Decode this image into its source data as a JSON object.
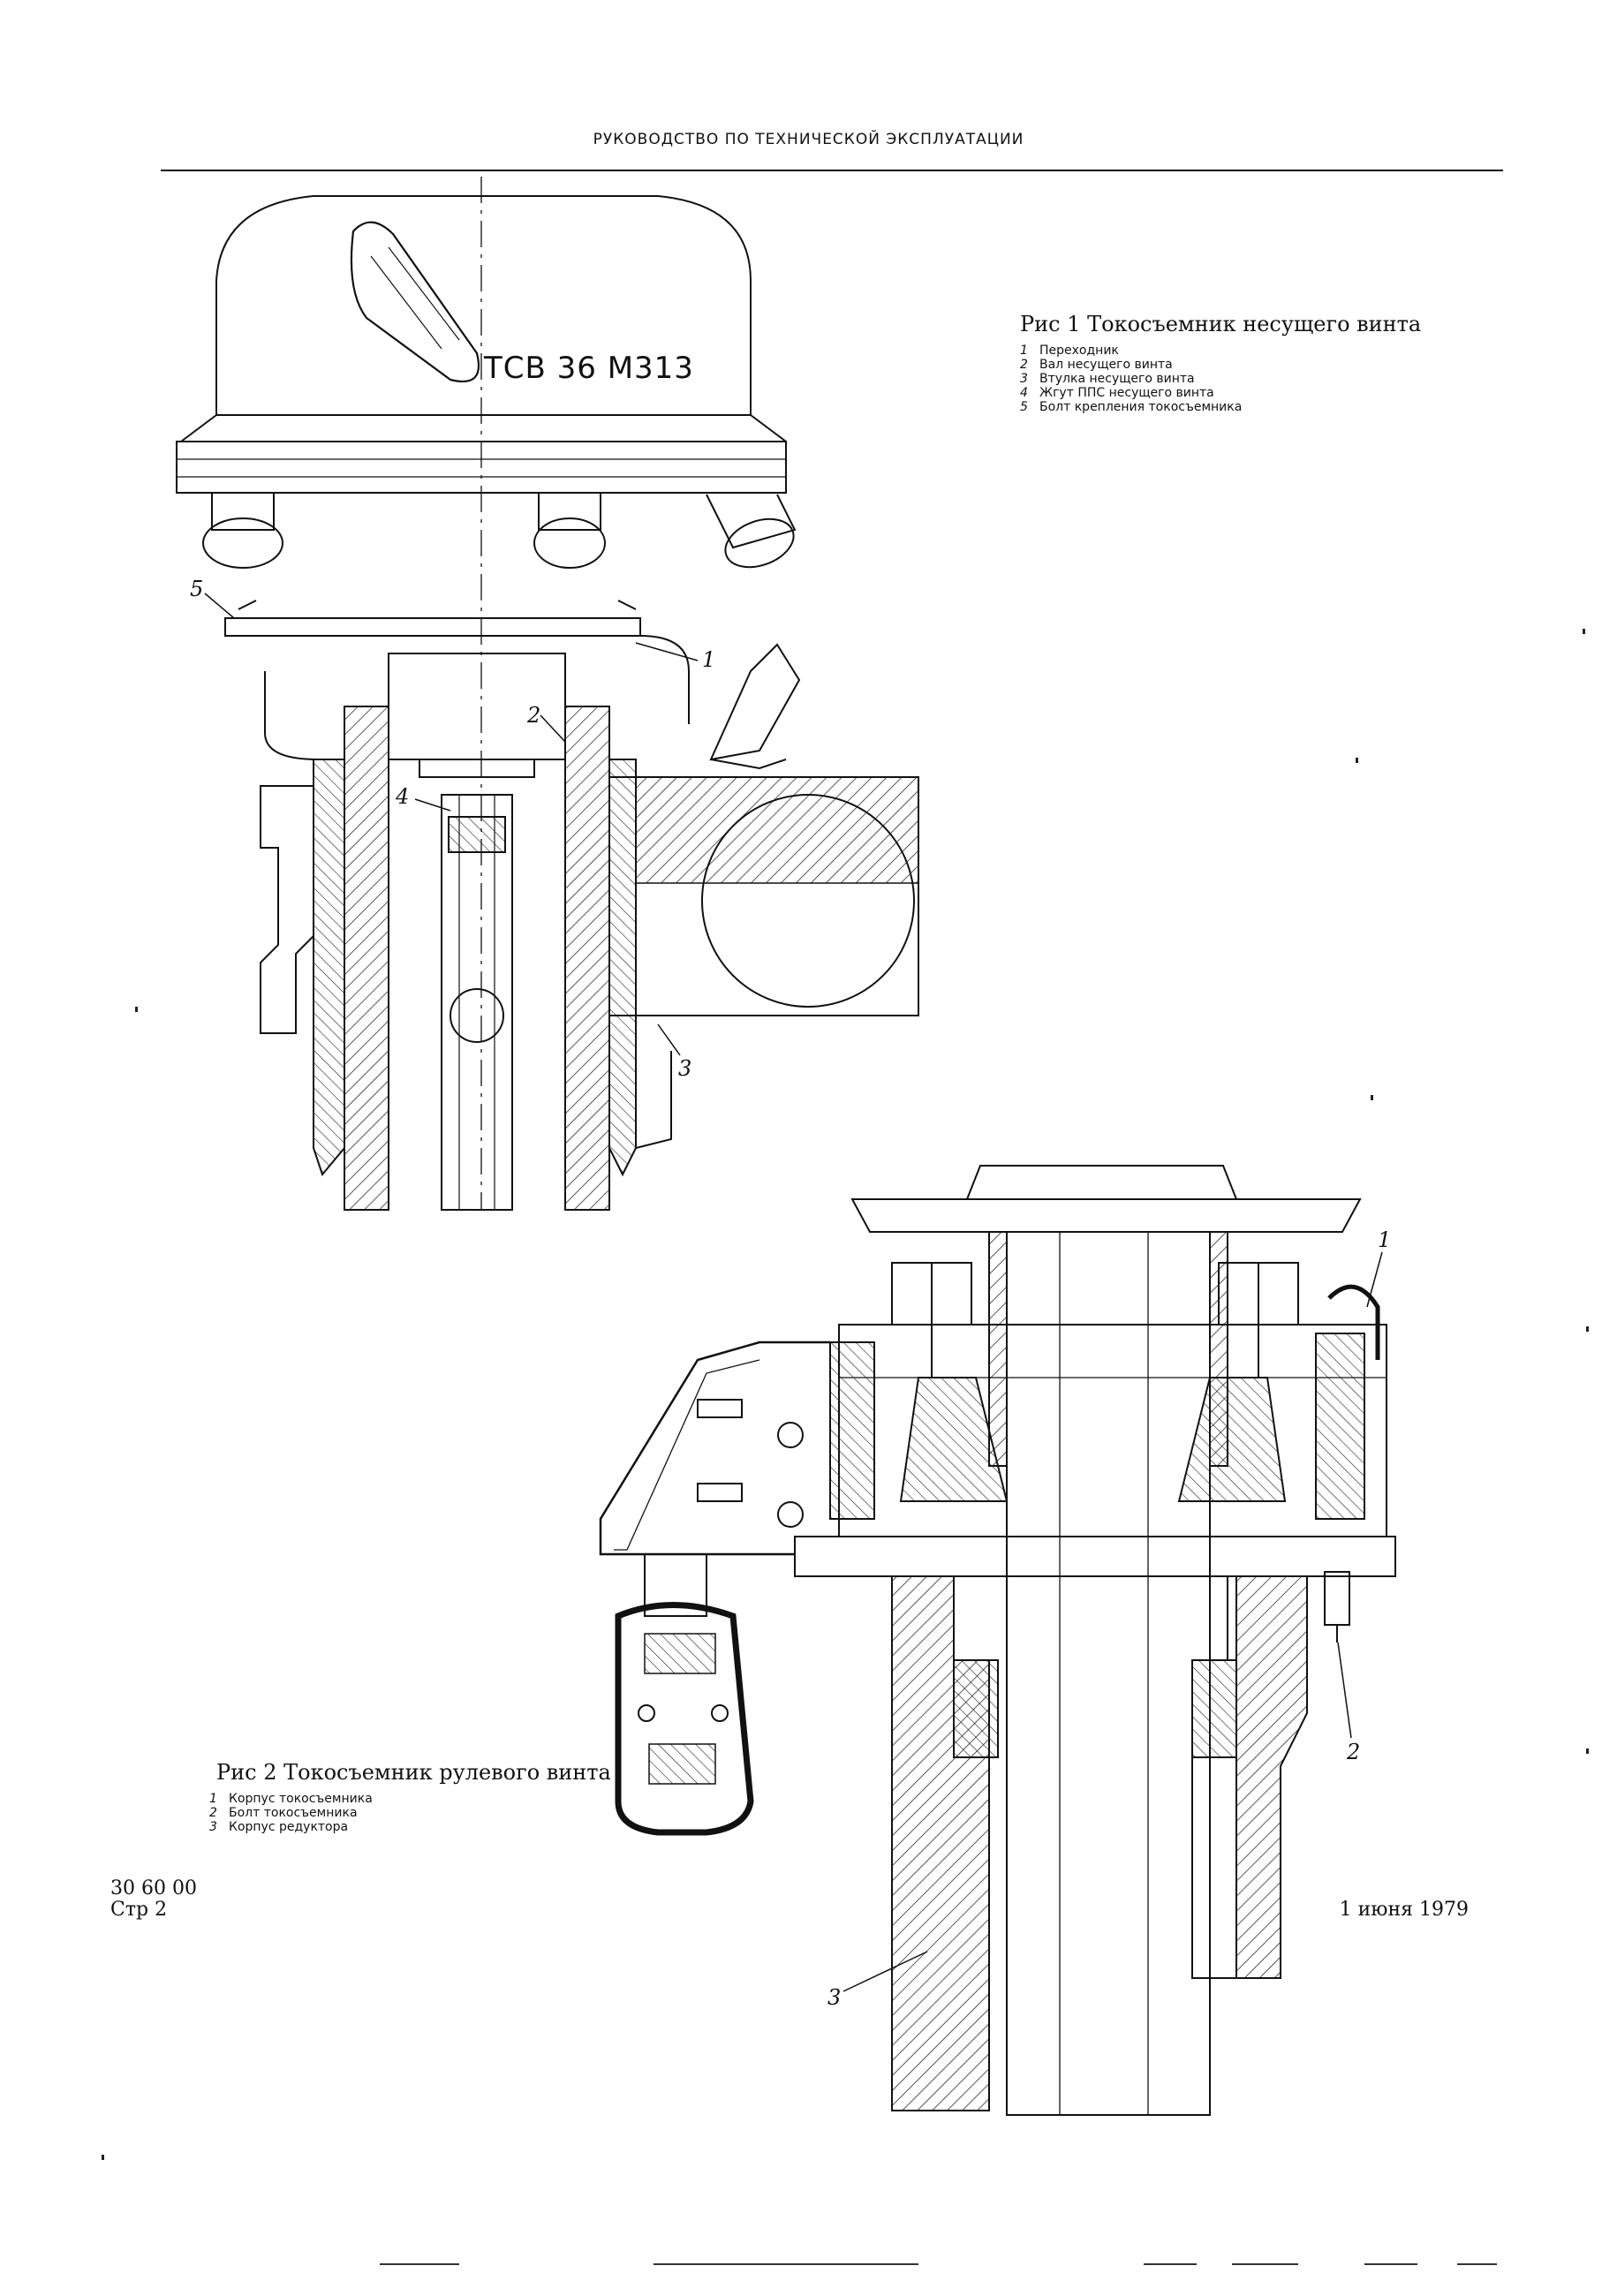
{
  "header": {
    "title": "РУКОВОДСТВО ПО ТЕХНИЧЕСКОЙ ЭКСПЛУАТАЦИИ"
  },
  "figure1": {
    "caption": "Рис  1  Токосъемник несущего винта",
    "stamp": "ТСВ 36 М313",
    "legend": [
      {
        "num": "1",
        "text": "Переходник"
      },
      {
        "num": "2",
        "text": "Вал несущего винта"
      },
      {
        "num": "3",
        "text": "Втулка несущего винта"
      },
      {
        "num": "4",
        "text": "Жгут ППС несущего винта"
      },
      {
        "num": "5",
        "text": "Болт крепления токосъемника"
      }
    ],
    "callouts": [
      "5",
      "1",
      "2",
      "4",
      "3"
    ]
  },
  "figure2": {
    "caption": "Рис  2  Токосъемник рулевого винта",
    "legend": [
      {
        "num": "1",
        "text": "Корпус токосъемника"
      },
      {
        "num": "2",
        "text": "Болт токосъемника"
      },
      {
        "num": "3",
        "text": "Корпус редуктора"
      }
    ],
    "callouts": [
      "1",
      "2",
      "3"
    ]
  },
  "footer": {
    "code": "30 60 00",
    "page": "Стр  2",
    "date": "1 июня 1979"
  }
}
